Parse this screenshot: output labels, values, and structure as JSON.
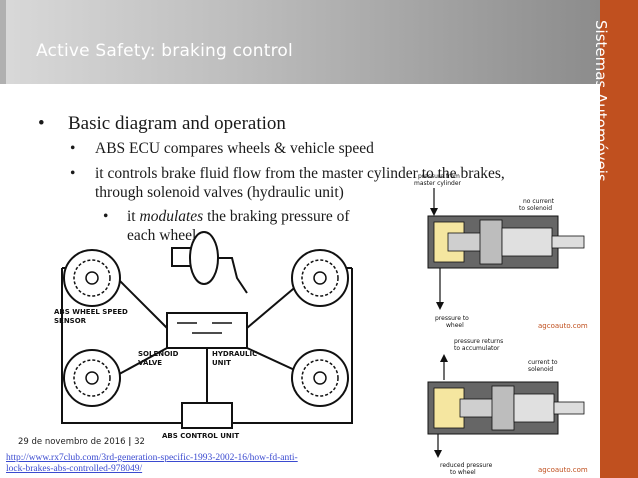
{
  "header": {
    "title": "Active Safety: braking control"
  },
  "sidebar": {
    "vertical_title": "Sistemas Automóveis"
  },
  "bullets": [
    {
      "level": 1,
      "marker": "•",
      "text": "Basic diagram and operation"
    },
    {
      "level": 2,
      "marker": "•",
      "text": "ABS ECU compares wheels & vehicle speed"
    },
    {
      "level": 2,
      "marker": "•",
      "text_line1": "it controls brake fluid flow from the master cylinder to the brakes,",
      "text_line2": "through solenoid valves (hydraulic unit)"
    },
    {
      "level": 3,
      "marker": "•",
      "pre": "it ",
      "em": "modulates",
      "post": " the braking pressure of",
      "line2": "each wheel"
    }
  ],
  "abs_diagram": {
    "labels": {
      "speed_sensor_1": "ABS WHEEL SPEED",
      "speed_sensor_2": "SENSOR",
      "solenoid_1": "SOLENOID",
      "solenoid_2": "VALVE",
      "hydraulic_1": "HYDRAULIC",
      "hydraulic_2": "UNIT",
      "control_unit": "ABS CONTROL UNIT"
    }
  },
  "valve_diagram": {
    "top": {
      "pressure_from_1": "pressure from",
      "pressure_from_2": "master cylinder",
      "no_current_1": "no current",
      "no_current_2": "to solenoid",
      "pressure_to_1": "pressure to",
      "pressure_to_2": "wheel",
      "credit": "agcoauto.com"
    },
    "bottom": {
      "returns_1": "pressure returns",
      "returns_2": "to accumulator",
      "current_1": "current to",
      "current_2": "solenoid",
      "reduced_1": "reduced pressure",
      "reduced_2": "to wheel",
      "credit": "agcoauto.com"
    }
  },
  "footer": {
    "date": "29 de novembro de 2016",
    "separator": "|",
    "page": "32",
    "link_line1": "http://www.rx7club.com/3rd-generation-specific-1993-2002-16/how-fd-anti-",
    "link_line2": "lock-brakes-abs-controlled-978049/"
  },
  "colors": {
    "accent": "#c0501f",
    "link": "#3a4ad0",
    "valve_fluid": "#f5e6a0"
  }
}
